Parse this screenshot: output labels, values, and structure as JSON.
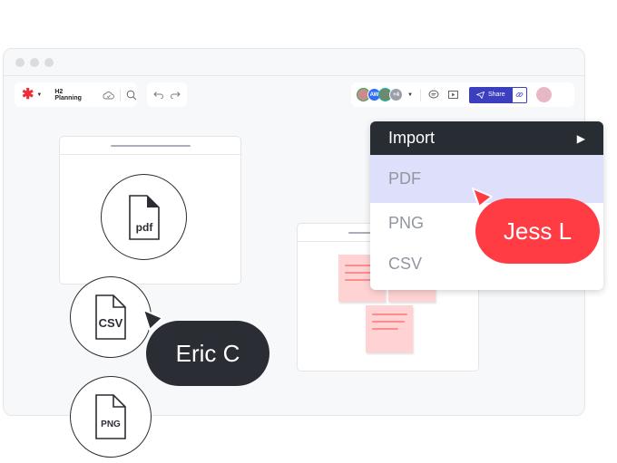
{
  "window": {
    "traffic_lights": 3
  },
  "toolbar": {
    "document_title": "H2 Planning",
    "icons": [
      "logo-asterisk-icon",
      "caret-down-icon",
      "cloud-sync-icon",
      "search-icon",
      "undo-icon",
      "redo-icon"
    ],
    "collaborators": [
      {
        "label": "",
        "color": "#c98b8b",
        "ring": "#2fa84f"
      },
      {
        "label": "AW",
        "color": "#2d6ef5"
      },
      {
        "label": "",
        "color": "#6c8a6f",
        "ring": "#1fb5a3"
      },
      {
        "label": "+4",
        "color": "#9aa0a8"
      }
    ],
    "comments_icon": "comment-bubble-icon",
    "present_icon": "play-icon",
    "share_label": "Share",
    "link_icon": "link-icon"
  },
  "canvas": {
    "files": [
      {
        "type": "pdf",
        "label": "pdf"
      },
      {
        "type": "csv",
        "label": "CSV"
      },
      {
        "type": "png",
        "label": "PNG"
      }
    ]
  },
  "import_menu": {
    "header": "Import",
    "items": [
      {
        "label": "PDF",
        "active": true
      },
      {
        "label": "PNG",
        "active": false
      },
      {
        "label": "CSV",
        "active": false
      }
    ]
  },
  "cursors": [
    {
      "name": "Jess L",
      "color": "#ff3b43"
    },
    {
      "name": "Eric C",
      "color": "#2a2d33"
    }
  ],
  "colors": {
    "accent": "#3b3fbf",
    "menu_dark": "#282c33",
    "menu_highlight": "#dedffa",
    "sticky": "#ffd3d3",
    "sticky_lines": "#ff8c8c"
  }
}
